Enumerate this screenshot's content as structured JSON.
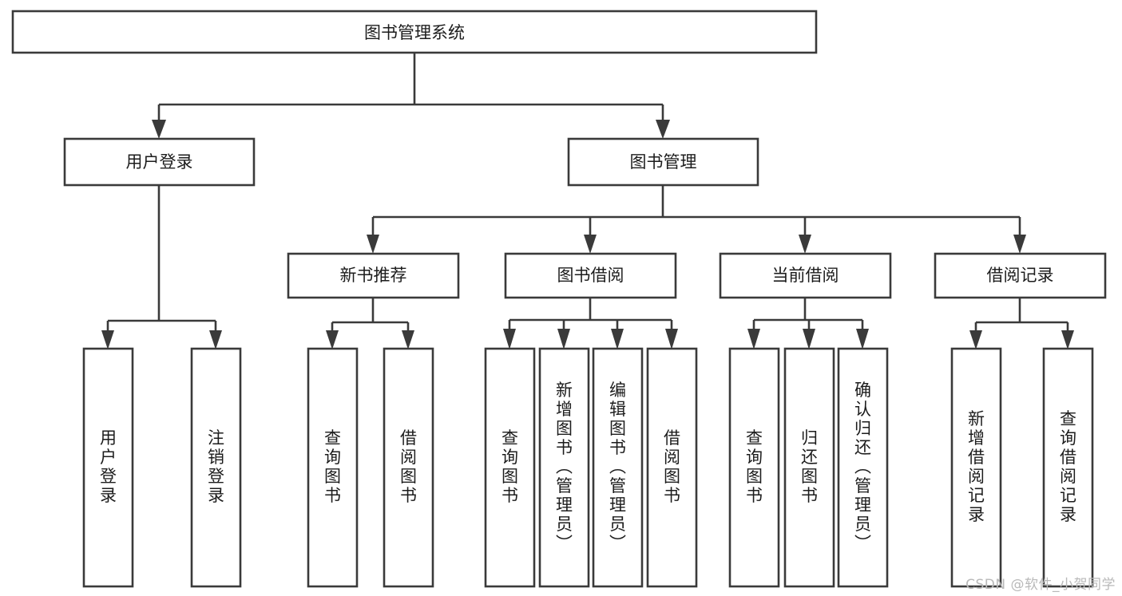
{
  "diagram": {
    "title_node": {
      "label": "图书管理系统"
    },
    "level2": [
      {
        "id": "user-login",
        "label": "用户登录"
      },
      {
        "id": "book-management",
        "label": "图书管理"
      }
    ],
    "level3": [
      {
        "id": "new-book-recommend",
        "label": "新书推荐"
      },
      {
        "id": "book-borrow",
        "label": "图书借阅"
      },
      {
        "id": "current-borrow",
        "label": "当前借阅"
      },
      {
        "id": "borrow-record",
        "label": "借阅记录"
      }
    ],
    "leaves": {
      "user_login": [
        {
          "id": "leaf-user-login",
          "label": "用户登录"
        },
        {
          "id": "leaf-logout-login",
          "label": "注销登录"
        }
      ],
      "new_book_recommend": [
        {
          "id": "leaf-query-book-1",
          "label": "查询图书"
        },
        {
          "id": "leaf-borrow-book-1",
          "label": "借阅图书"
        }
      ],
      "book_borrow": [
        {
          "id": "leaf-query-book-2",
          "label": "查询图书"
        },
        {
          "id": "leaf-add-book",
          "label": "新增图书（管理员）"
        },
        {
          "id": "leaf-edit-book",
          "label": "编辑图书（管理员）"
        },
        {
          "id": "leaf-borrow-book-2",
          "label": "借阅图书"
        }
      ],
      "current_borrow": [
        {
          "id": "leaf-query-book-3",
          "label": "查询图书"
        },
        {
          "id": "leaf-return-book",
          "label": "归还图书"
        },
        {
          "id": "leaf-confirm-return",
          "label": "确认归还（管理员）"
        }
      ],
      "borrow_record": [
        {
          "id": "leaf-add-record",
          "label": "新增借阅记录"
        },
        {
          "id": "leaf-query-record",
          "label": "查询借阅记录"
        }
      ]
    },
    "colors": {
      "box_stroke": "#3a3a3a",
      "box_fill": "#ffffff",
      "text": "#1c1c1c",
      "watermark": "#b9b9b9",
      "background": "#ffffff"
    }
  },
  "watermark": {
    "text": "CSDN @软件_小贺同学"
  }
}
